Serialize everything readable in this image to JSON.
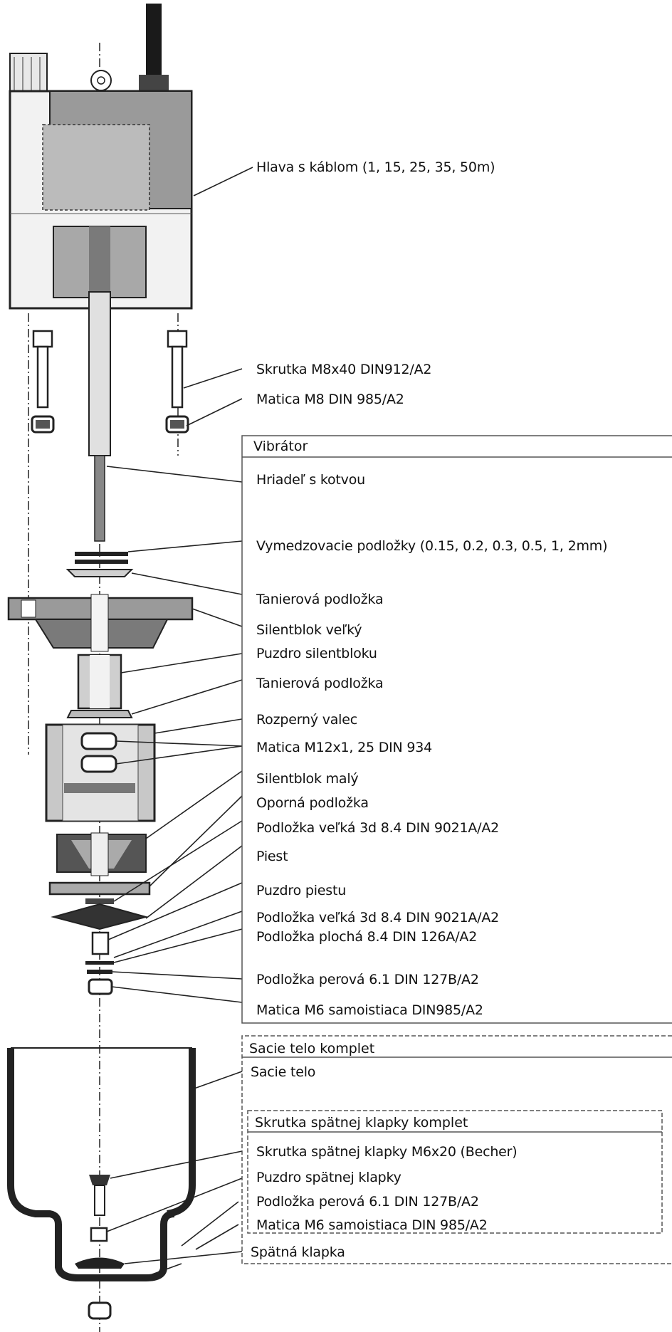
{
  "groups": {
    "vibrator": "Vibrátor",
    "suction_body_set": "Sacie telo komplet",
    "check_valve_screw_set": "Skrutka spätnej klapky komplet"
  },
  "labels": {
    "head": "Hlava s káblom (1, 15, 25, 35, 50m)",
    "screw_m8": "Skrutka M8x40 DIN912/A2",
    "nut_m8": "Matica M8 DIN 985/A2",
    "shaft": "Hriadeľ s kotvou",
    "shims": "Vymedzovacie podložky (0.15, 0.2, 0.3, 0.5, 1, 2mm)",
    "disc_washer_1": "Tanierová podložka",
    "silentblock_large": "Silentblok veľký",
    "silentblock_housing": "Puzdro silentbloku",
    "disc_washer_2": "Tanierová podložka",
    "spacer": "Rozperný valec",
    "nut_m12": "Matica M12x1, 25 DIN 934",
    "silentblock_small": "Silentblok malý",
    "support_washer": "Oporná podložka",
    "washer_large_1": "Podložka veľká 3d 8.4 DIN 9021A/A2",
    "piston": "Piest",
    "piston_housing": "Puzdro piestu",
    "washer_large_2": "Podložka veľká 3d 8.4 DIN 9021A/A2",
    "washer_flat": "Podložka plochá 8.4 DIN 126A/A2",
    "spring_washer": "Podložka perová 6.1 DIN 127B/A2",
    "nut_m6": "Matica M6 samoistiaca DIN985/A2",
    "suction_body": "Sacie telo",
    "check_valve_screw": "Skrutka spätnej klapky M6x20 (Becher)",
    "check_valve_housing": "Puzdro spätnej klapky",
    "spring_washer_2": "Podložka perová 6.1 DIN 127B/A2",
    "nut_m6_2": "Matica M6 samoistiaca DIN 985/A2",
    "check_valve": "Spätná klapka"
  }
}
